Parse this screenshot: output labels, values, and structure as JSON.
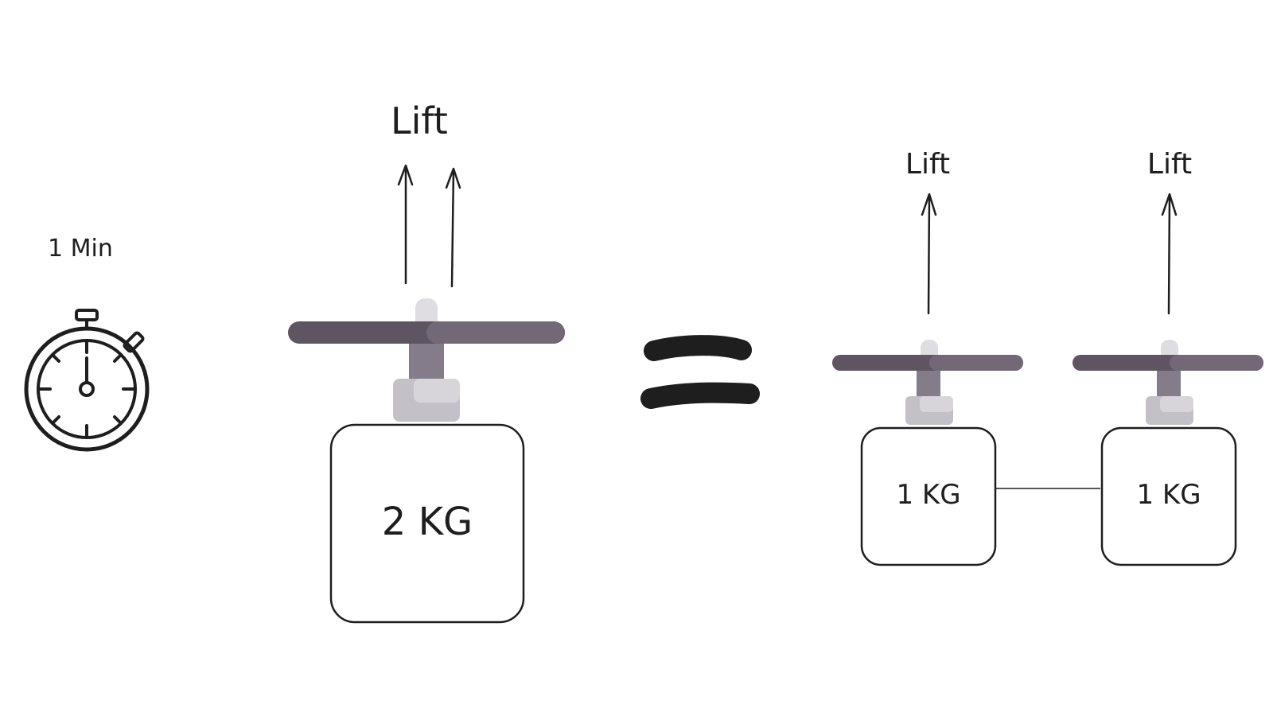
{
  "timer": {
    "label": "1 Min"
  },
  "left_drone": {
    "label": "Lift",
    "weight_label": "2 KG"
  },
  "equals": {
    "symbol": "="
  },
  "right_drones": [
    {
      "label": "Lift",
      "weight_label": "1 KG"
    },
    {
      "label": "Lift",
      "weight_label": "1 KG"
    }
  ],
  "colors": {
    "ink": "#1e1e1e",
    "rotor_dark": "#5e5462",
    "rotor_light": "#726876",
    "mast": "#857c89",
    "mast_top": "#e0dde2",
    "body": "#c4c0c7",
    "body_light": "#d8d5da"
  }
}
